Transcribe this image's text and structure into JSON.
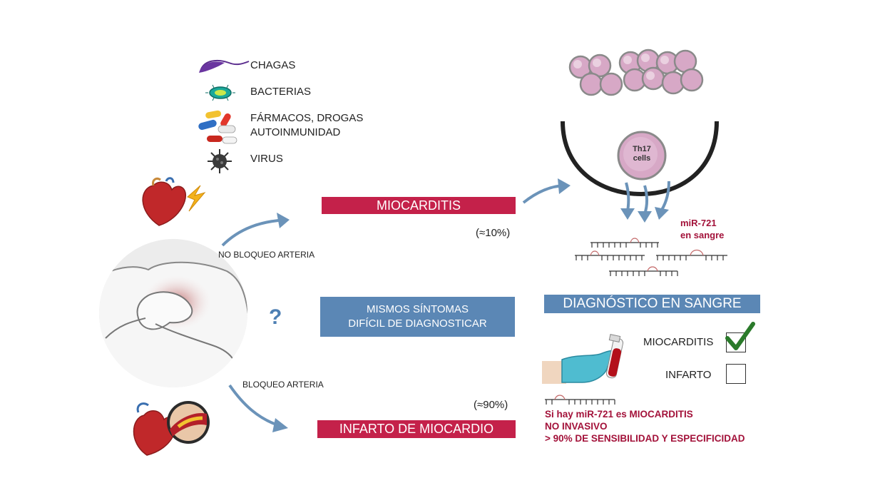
{
  "causes": [
    {
      "label": "CHAGAS",
      "icon": "parasite-icon"
    },
    {
      "label": "BACTERIAS",
      "icon": "bacteria-icon"
    },
    {
      "label": "FÁRMACOS, DROGAS",
      "icon": "pills-icon"
    },
    {
      "label": "AUTOINMUNIDAD",
      "icon": "pills-icon"
    },
    {
      "label": "VIRUS",
      "icon": "virus-icon"
    }
  ],
  "miocarditis_label": "MIOCARDITIS",
  "miocarditis_pct": "(≈10%)",
  "no_bloqueo_label": "NO BLOQUEO ARTERIA",
  "bloqueo_label": "BLOQUEO ARTERIA",
  "question_mark": "?",
  "mismos_sintomas_line1": "MISMOS SÍNTOMAS",
  "mismos_sintomas_line2": "DIFÍCIL DE DIAGNOSTICAR",
  "infarto_pct": "(≈90%)",
  "infarto_label": "INFARTO DE MIOCARDIO",
  "th17_line1": "Th17",
  "th17_line2": "cells",
  "mirna_line1": "miR-721",
  "mirna_line2": "en sangre",
  "diagnostico_label": "DIAGNÓSTICO EN SANGRE",
  "option_miocarditis": "MIOCARDITIS",
  "option_infarto": "INFARTO",
  "option_miocarditis_checked": true,
  "option_infarto_checked": false,
  "conclusion_line1": "Si hay miR-721 es MIOCARDITIS",
  "conclusion_line2": "NO INVASIVO",
  "conclusion_line3": "> 90% DE SENSIBILIDAD Y ESPECIFICIDAD",
  "colors": {
    "red": "#c4214a",
    "blue": "#5b87b5",
    "dark_red_text": "#a3123a",
    "cell_pink": "#d7a8c6",
    "arrow_blue": "#6b93b9"
  }
}
